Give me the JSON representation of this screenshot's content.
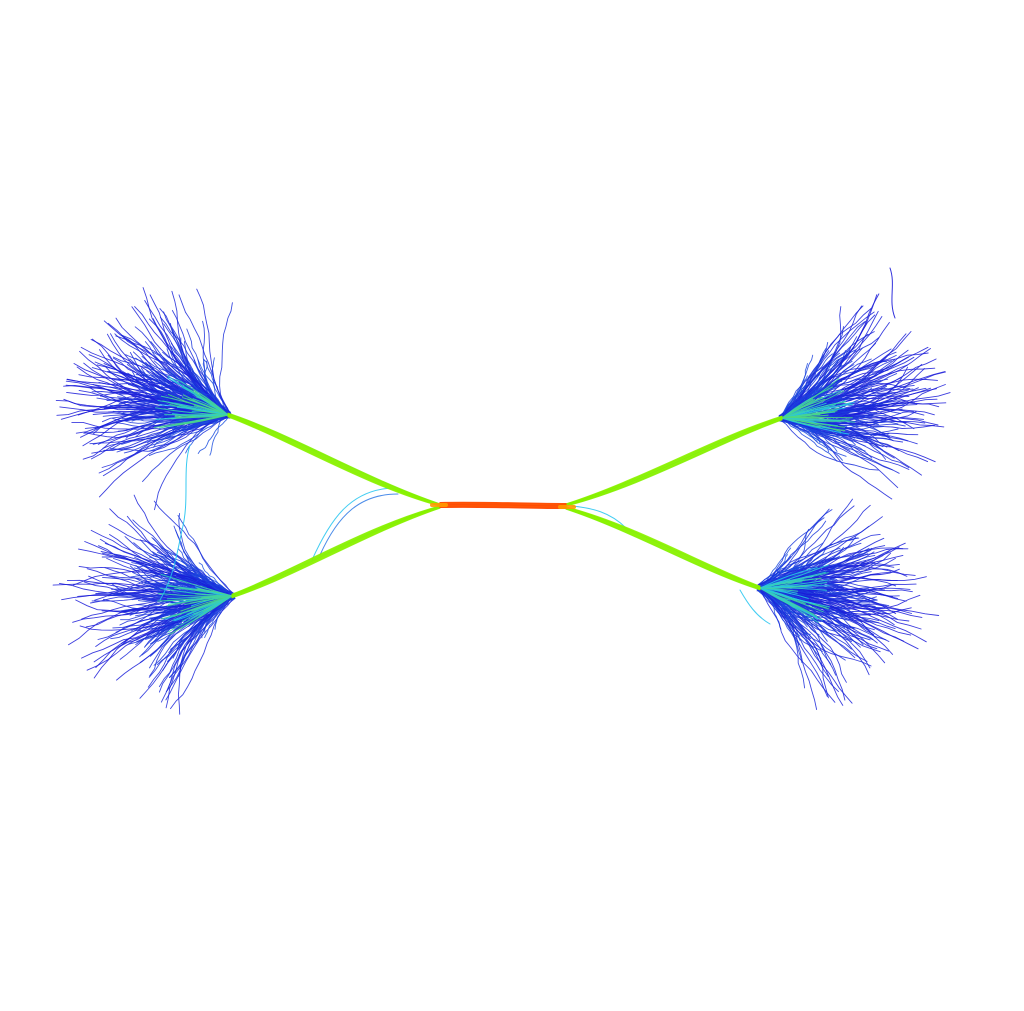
{
  "figure": {
    "background": "#ffffff",
    "color_scale": {
      "trunk": "#ff3a00",
      "trunk_edge": "#ff9a00",
      "branch": "#7ff000",
      "fan": "#22c4f0",
      "tips": "#1a1ad8"
    },
    "bundles": [
      {
        "position": "top-left"
      },
      {
        "position": "bottom-left"
      },
      {
        "position": "top-right"
      },
      {
        "position": "bottom-right"
      }
    ]
  }
}
